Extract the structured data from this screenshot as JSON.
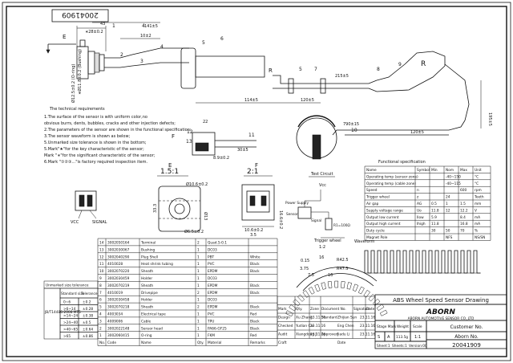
{
  "drawing_no": "20041909",
  "callouts": [
    "1",
    "2",
    "3",
    "4",
    "5",
    "6",
    "7",
    "8",
    "9",
    "10",
    "11",
    "12",
    "13",
    "14"
  ],
  "dims": {
    "d1": "∗28±0.2",
    "d2": "43",
    "d3": "141±5",
    "d4": "10±2",
    "d5": "Ø12.5±0.2 (O-ring)",
    "d6": "∗Ø11.8±0.2 (Bushing)",
    "d7": "215±5",
    "d8": "114±5",
    "d9": "120±5",
    "d10": "790±15",
    "d11": "120±5",
    "d12": "195±5",
    "d13": "22",
    "d14": "30±5",
    "d15": "8.9±0.2",
    "d16": "Ø10.6±0.2",
    "d17": "33.3",
    "d18": "Ø6.5±0.2",
    "d19": "Ø13",
    "d20": "10.6±0.2",
    "d21": "16.6±0.2",
    "d22": "3.5",
    "d23": "R42.5",
    "d24": "R47.5",
    "d25": "7.5",
    "d26": "16",
    "d27": "3.75",
    "d28": "16",
    "d29": "0.15"
  },
  "view_labels": {
    "E": "E",
    "F": "F",
    "E_scale": "1.5:1",
    "F_scale": "2:1",
    "R": "R",
    "vcc": "VCC",
    "signal": "SIGNAL"
  },
  "tech": {
    "title": "The technical requirements",
    "lines": [
      "1.The surface of the sensor is with uniform color,no",
      "  obvious burrs, dents, bubbles, cracks and other injection defects;",
      "2.The parameters of the sensor are shown in the functional specification;",
      "3.The sensor waveform is shown as below;",
      "5.Unmarked size tolerance is shown in the bottom;",
      "5.Mark\"★\"for the key characteristic of the sensor;",
      "  Mark \"∗\"for the significant characteristic of the sensor;",
      "6.Mark \"①②③...\"is factory required inspection item."
    ]
  },
  "func": {
    "title": "Functional specification",
    "headers": [
      "Name",
      "Symbol",
      "Min",
      "Nom",
      "Max",
      "Unit"
    ],
    "rows": [
      [
        "Operating temp (sensor zone)",
        "",
        "",
        "-40~150",
        "",
        "°C"
      ],
      [
        "Operating temp (cable zone)",
        "",
        "",
        "-40~115",
        "",
        "°C"
      ],
      [
        "Speed",
        "n",
        "",
        "",
        "600",
        "rpm"
      ],
      [
        "Trigger wheel",
        "z",
        "",
        "24",
        "",
        "Teeth"
      ],
      [
        "Air gap",
        "AG",
        "0.5",
        "1",
        "1.5",
        "mm"
      ],
      [
        "Supply voltage range",
        "Uo",
        "11.8",
        "12",
        "12.2",
        "V"
      ],
      [
        "Output low current",
        "Ilow",
        "5.9",
        "",
        "8.4",
        "mA"
      ],
      [
        "Output high current",
        "Ihigh",
        "11.8",
        "",
        "16.8",
        "mA"
      ],
      [
        "Duty cycle",
        "",
        "30",
        "50",
        "70",
        "%"
      ],
      [
        "Magnet Pole",
        "",
        "",
        "NFS",
        "",
        "NS/SN"
      ]
    ]
  },
  "test": {
    "title": "Test Circuit",
    "vcc": "Vcc",
    "psu": "Power Supply",
    "sensor": "Sensor",
    "signal": "Signal",
    "res": "R1=100Ω",
    "wheel": "Trigger wheel",
    "wheel_ratio": "1:2",
    "waveform": "Waveform"
  },
  "bom": {
    "rows": [
      [
        "14",
        "3002050164",
        "Terminal",
        "2",
        "Quad.5-0.1",
        ""
      ],
      [
        "13",
        "3002030067",
        "Bushing",
        "1",
        "DC03",
        ""
      ],
      [
        "12",
        "3002040290",
        "Plug Shell",
        "1",
        "PBT",
        "White"
      ],
      [
        "11",
        "4010028",
        "Heat shrink tubing",
        "1",
        "PVC",
        "Black"
      ],
      [
        "10",
        "3002070220",
        "Sheath",
        "1",
        "EPDM",
        "Black"
      ],
      [
        "9",
        "3002030459",
        "Holder",
        "1",
        "DC03",
        ""
      ],
      [
        "8",
        "3002070219",
        "Sheath",
        "1",
        "EPDM",
        "Black"
      ],
      [
        "7",
        "4010019",
        "Drivepipe",
        "2",
        "EPDM",
        "Black"
      ],
      [
        "6",
        "3002030458",
        "Holder",
        "1",
        "DC03",
        ""
      ],
      [
        "5",
        "3002070218",
        "Sheath",
        "2",
        "EPDM",
        "Black"
      ],
      [
        "4",
        "4003034",
        "Electrical tape",
        "1",
        "PVC",
        "Red"
      ],
      [
        "3",
        "4009006",
        "Cable",
        "1",
        "TPU",
        "Black"
      ],
      [
        "2",
        "3002022148",
        "Sensor head",
        "1",
        "PA66-GF25",
        "Black"
      ],
      [
        "1",
        "3002060415",
        "O-ring",
        "1",
        "FKM",
        "Red"
      ]
    ],
    "footer": [
      "No.",
      "Code",
      "Name",
      "Qty.",
      "Material",
      "Remarks"
    ]
  },
  "tol": {
    "title": "Unmarked size tolerance",
    "std": "Standard size",
    "tolh": "Tolerance",
    "grade": "JB/T14486-2008 MT5",
    "rows": [
      [
        "0~6",
        "±0.2"
      ],
      [
        ">6~14",
        "±0.28"
      ],
      [
        ">14~24",
        "±0.38"
      ],
      [
        ">24~40",
        "±0.5"
      ],
      [
        ">40~65",
        "±0.64"
      ],
      [
        ">65",
        "±0.86"
      ]
    ]
  },
  "title_block": {
    "rev_headers": [
      "Mark",
      "Qty.",
      "Zone",
      "Document No.",
      "Signature",
      "Date"
    ],
    "r1": [
      "Design",
      "Xu Zhang",
      "23.11.16",
      "Standard",
      "Zhijian Sun",
      "23.11.16"
    ],
    "r2": [
      "Checked",
      "Yudian Cai",
      "23.11.16",
      "Eng Chen",
      "23.11.16"
    ],
    "r3": [
      "Audit",
      "Xiangdong Ji",
      "23.11.16",
      "Approved",
      "Jiadu Li",
      "23.11.16"
    ],
    "r4": [
      "Craft",
      "",
      "",
      "Date",
      ""
    ],
    "title": "ABS Wheel Speed Sensor Drawing",
    "company_logo": "ABORN",
    "company": "ABORN AUTOMOTIVE SENSOR CO.,LTD",
    "stage": "Stage Mark",
    "weight": "Weight",
    "scale": "Scale",
    "stage_val": "S",
    "stage_a": "A",
    "weight_val": "113.5g",
    "scale_val": "1:1",
    "cust_no_label": "Customer No.",
    "aborn_no_label": "Aborn No.",
    "aborn_no": "20041909",
    "sheet": "Sheet:1",
    "sheets": "Sheets:1",
    "version": "Version:00"
  }
}
